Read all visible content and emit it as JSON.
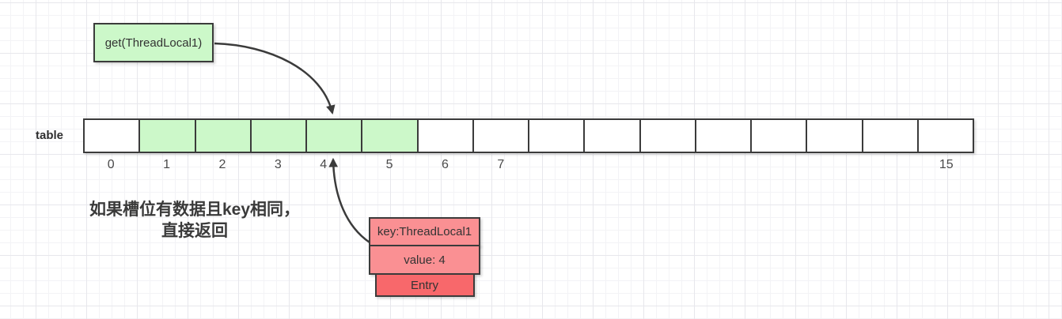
{
  "get_box": {
    "label": "get(ThreadLocal1)"
  },
  "table": {
    "label": "table",
    "cells": [
      {
        "index_label": "0",
        "highlighted": false
      },
      {
        "index_label": "1",
        "highlighted": true
      },
      {
        "index_label": "2",
        "highlighted": true
      },
      {
        "index_label": "3",
        "highlighted": true
      },
      {
        "index_label": "4",
        "highlighted": true
      },
      {
        "index_label": "5",
        "highlighted": true
      },
      {
        "index_label": "6",
        "highlighted": false
      },
      {
        "index_label": "7",
        "highlighted": false
      },
      {
        "index_label": "",
        "highlighted": false
      },
      {
        "index_label": "",
        "highlighted": false
      },
      {
        "index_label": "",
        "highlighted": false
      },
      {
        "index_label": "",
        "highlighted": false
      },
      {
        "index_label": "",
        "highlighted": false
      },
      {
        "index_label": "",
        "highlighted": false
      },
      {
        "index_label": "",
        "highlighted": false
      },
      {
        "index_label": "15",
        "highlighted": false
      }
    ]
  },
  "note": {
    "line1": "如果槽位有数据且key相同，",
    "line2": "直接返回"
  },
  "entry": {
    "key": "key:ThreadLocal1",
    "value": "value: 4",
    "title": "Entry"
  },
  "colors": {
    "highlight_green": "#ccf8c9",
    "entry_pink": "#fa9093",
    "entry_red": "#f8686b",
    "stroke": "#3b3b3b"
  }
}
